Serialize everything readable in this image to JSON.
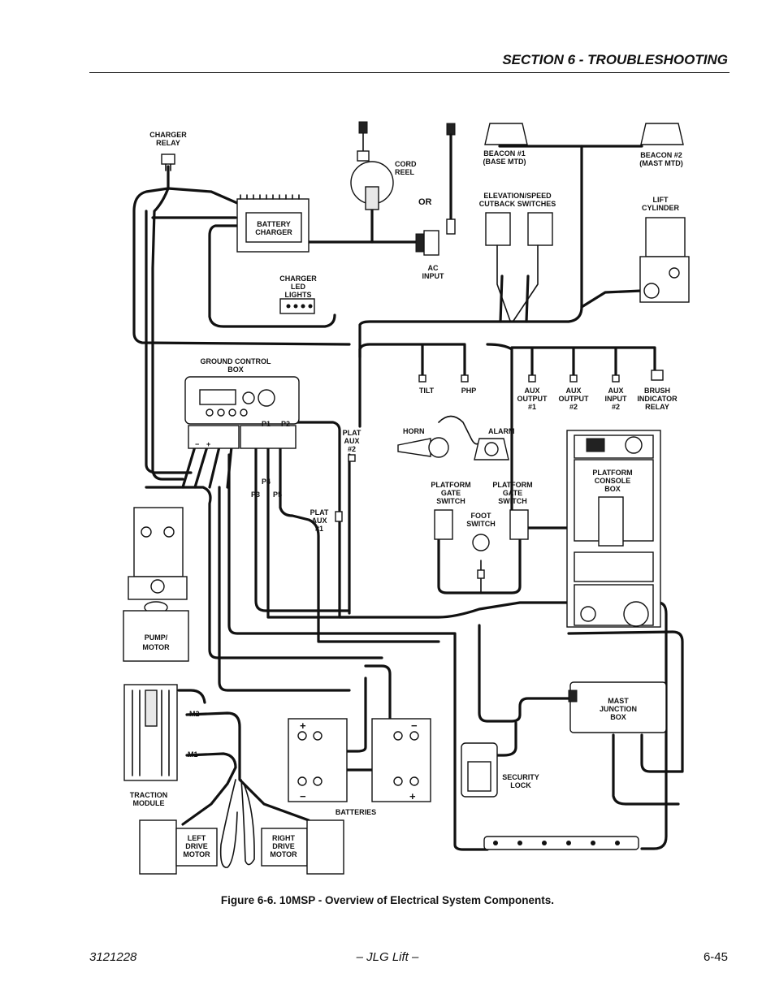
{
  "header": {
    "section_title": "SECTION 6 - TROUBLESHOOTING"
  },
  "figure": {
    "caption": "Figure 6-6.  10MSP - Overview of Electrical System Components.",
    "labels": {
      "charger_relay": [
        "CHARGER",
        "RELAY"
      ],
      "cord_reel": [
        "CORD",
        "REEL"
      ],
      "or": "OR",
      "battery_charger": [
        "BATTERY",
        "CHARGER"
      ],
      "ac_input": [
        "AC",
        "INPUT"
      ],
      "charger_led_lights": [
        "CHARGER",
        "LED",
        "LIGHTS"
      ],
      "beacon1": [
        "BEACON #1",
        "(BASE MTD)"
      ],
      "beacon2": [
        "BEACON #2",
        "(MAST MTD)"
      ],
      "elevation_switches": [
        "ELEVATION/SPEED",
        "CUTBACK SWITCHES"
      ],
      "lift_cylinder": [
        "LIFT",
        "CYLINDER"
      ],
      "ground_control_box": [
        "GROUND CONTROL",
        "BOX"
      ],
      "tilt": "TILT",
      "php": "PHP",
      "aux_output1": [
        "AUX",
        "OUTPUT",
        "#1"
      ],
      "aux_output2": [
        "AUX",
        "OUTPUT",
        "#2"
      ],
      "aux_input2": [
        "AUX",
        "INPUT",
        "#2"
      ],
      "brush_relay": [
        "BRUSH",
        "INDICATOR",
        "RELAY"
      ],
      "p1": "P1",
      "p2": "P2",
      "p3": "P3",
      "p4": "P4",
      "p5": "P5",
      "plat_aux2": [
        "PLAT",
        "AUX",
        "#2"
      ],
      "plat_aux1": [
        "PLAT",
        "AUX",
        "#1"
      ],
      "horn": "HORN",
      "alarm": "ALARM",
      "platform_console_box": [
        "PLATFORM",
        "CONSOLE",
        "BOX"
      ],
      "platform_gate_switch_l": [
        "PLATFORM",
        "GATE",
        "SWITCH"
      ],
      "platform_gate_switch_r": [
        "PLATFORM",
        "GATE",
        "SWITCH"
      ],
      "foot_switch": [
        "FOOT",
        "SWITCH"
      ],
      "pump_motor": [
        "PUMP/",
        "MOTOR"
      ],
      "mast_junction_box": [
        "MAST",
        "JUNCTION",
        "BOX"
      ],
      "m2": "M2",
      "m1": "M1",
      "security_lock": [
        "SECURITY",
        "LOCK"
      ],
      "traction_module": [
        "TRACTION",
        "MODULE"
      ],
      "batteries": "BATTERIES",
      "left_drive_motor": [
        "LEFT",
        "DRIVE",
        "MOTOR"
      ],
      "right_drive_motor": [
        "RIGHT",
        "DRIVE",
        "MOTOR"
      ],
      "minus": "−",
      "plus": "+"
    }
  },
  "footer": {
    "doc_number": "3121228",
    "center": "– JLG Lift –",
    "page_number": "6-45"
  }
}
